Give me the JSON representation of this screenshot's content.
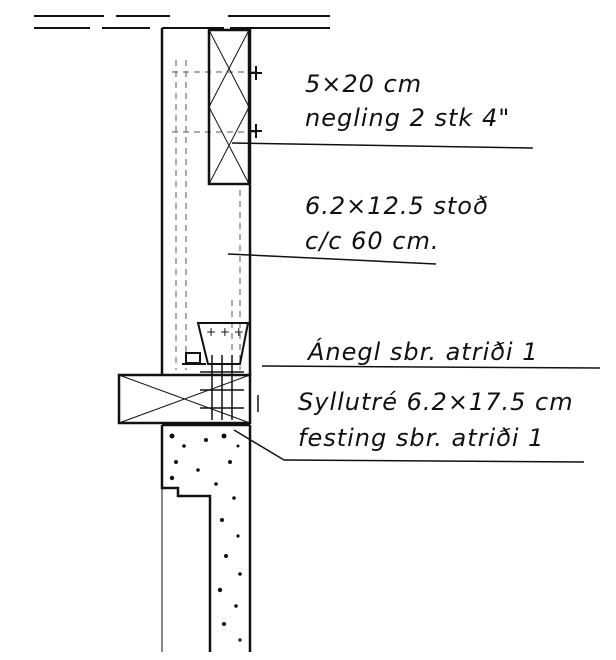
{
  "drawing": {
    "ink_color": "#111111",
    "background": "#ffffff",
    "annotations": {
      "joist_size": "5×20 cm",
      "joist_nailing": "negling 2 stk 4\"",
      "stud_size": "6.2×12.5 stoð",
      "stud_spacing": "c/c 60 cm.",
      "anchor_note": "Ánegl sbr. atriði 1",
      "sill_plate": "Syllutré 6.2×17.5 cm",
      "fastening_note": "festing sbr. atriði 1"
    }
  }
}
